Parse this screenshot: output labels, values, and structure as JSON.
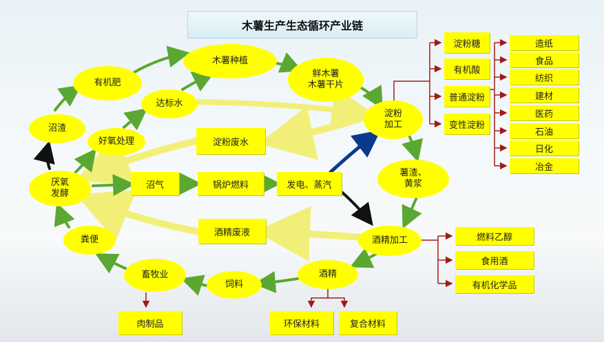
{
  "title": "木薯生产生态循环产业链",
  "nodes": {
    "cassava_planting": "木薯种植",
    "fresh_dried": "鲜木薯\n木薯干片",
    "starch_processing": "淀粉\n加工",
    "organic_fertilizer": "有机肥",
    "compliant_water": "达标水",
    "biogas_residue": "沼渣",
    "aerobic_treatment": "好氧处理",
    "starch_wastewater": "淀粉废水",
    "anaerobic_fermentation": "厌氧\n发酵",
    "biogas": "沼气",
    "boiler_fuel": "锅炉燃料",
    "power_steam": "发电、蒸汽",
    "residue_slurry": "薯渣、\n黄浆",
    "alcohol_wastewater": "酒精废液",
    "alcohol_processing": "酒精加工",
    "manure": "粪便",
    "livestock": "畜牧业",
    "feed": "饲料",
    "alcohol": "酒精",
    "meat_products": "肉制品",
    "eco_materials": "环保材料",
    "composite_materials": "复合材料"
  },
  "starch_products": [
    "淀粉糖",
    "有机酸",
    "普通淀粉",
    "变性淀粉"
  ],
  "starch_applications": [
    "造纸",
    "食品",
    "纺织",
    "建材",
    "医药",
    "石油",
    "日化",
    "冶金"
  ],
  "alcohol_products": [
    "燃料乙醇",
    "食用酒",
    "有机化学品"
  ],
  "colors": {
    "node_fill": "#ffff00",
    "green_arrow": "#5aa832",
    "yellow_band": "#f2ef6a",
    "dark_blue_arrow": "#0b3a8c",
    "black_arrow": "#111111",
    "red_connector": "#a11b1b"
  }
}
